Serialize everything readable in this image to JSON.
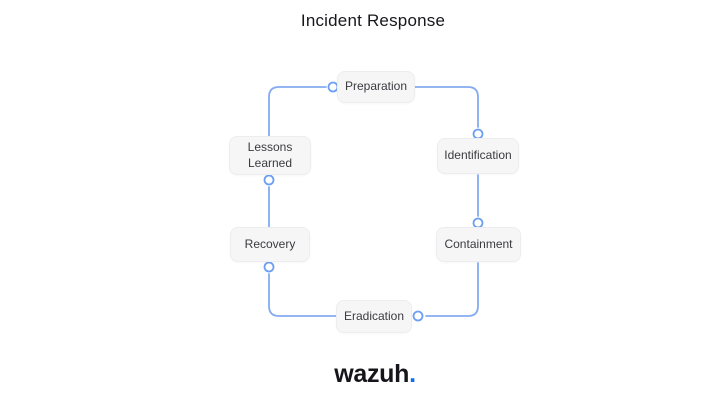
{
  "title": "Incident Response",
  "diagram": {
    "nodes": [
      {
        "id": "preparation",
        "label": "Preparation"
      },
      {
        "id": "identification",
        "label": "Identification"
      },
      {
        "id": "containment",
        "label": "Containment"
      },
      {
        "id": "eradication",
        "label": "Eradication"
      },
      {
        "id": "recovery",
        "label": "Recovery"
      },
      {
        "id": "lessons-learned",
        "label": "Lessons Learned"
      }
    ],
    "sequence": [
      "Preparation",
      "Identification",
      "Containment",
      "Eradication",
      "Recovery",
      "Lessons Learned"
    ],
    "cycle": true
  },
  "footer": {
    "brand": "wazuh",
    "brand_suffix": "."
  },
  "colors": {
    "background": "#ffffff",
    "connector": "#84abf1",
    "connector_node": "#6d9ff2",
    "box_bg": "#f6f6f7",
    "box_border": "#ededef",
    "box_text": "#3b3b40",
    "title_text": "#17171c",
    "brand_text": "#15151b",
    "brand_dot": "#0c6cf2"
  }
}
